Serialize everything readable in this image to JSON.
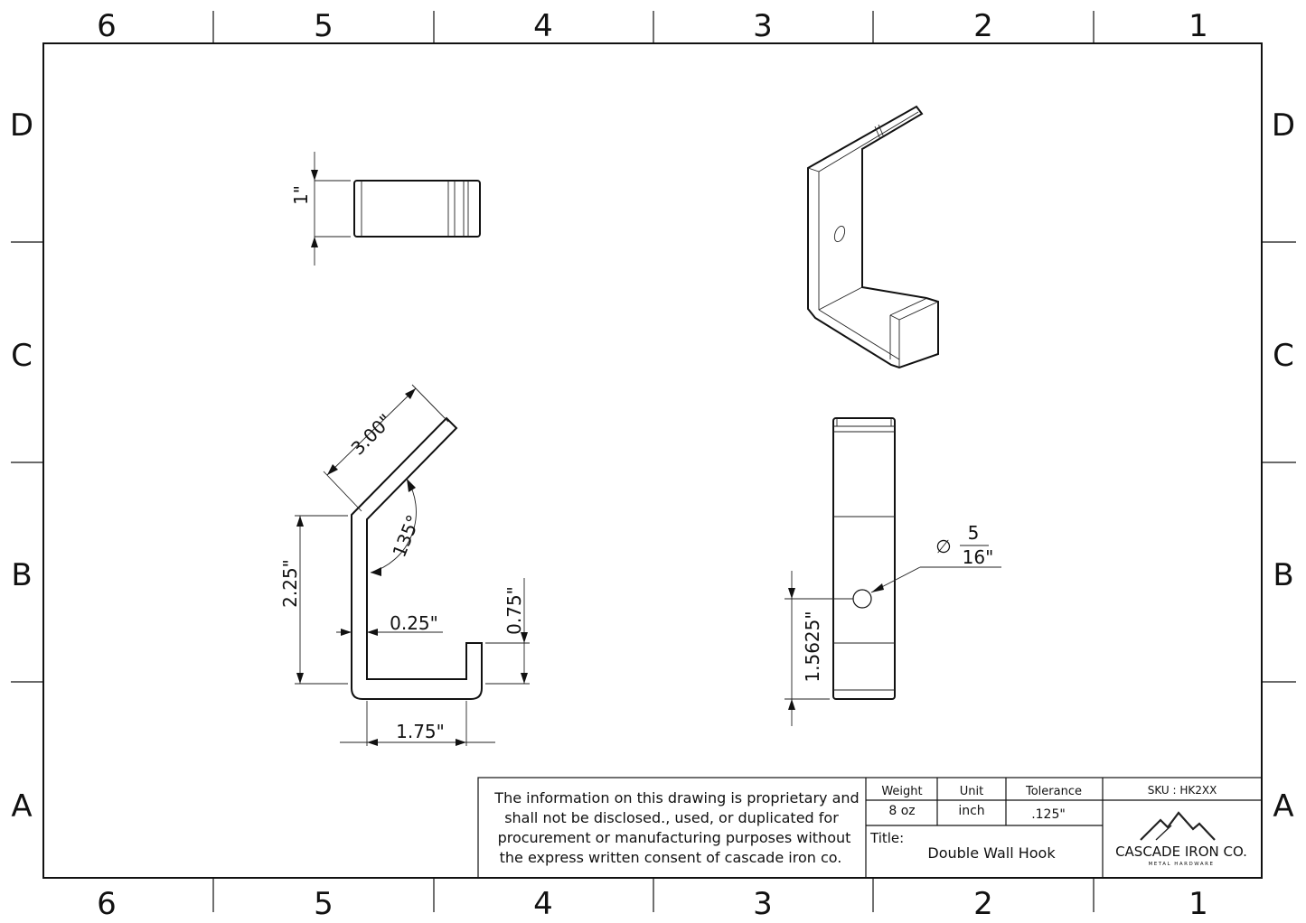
{
  "zones": {
    "columns": [
      "6",
      "5",
      "4",
      "3",
      "2",
      "1"
    ],
    "rows": [
      "D",
      "C",
      "B",
      "A"
    ]
  },
  "dimensions": {
    "top_width": "1\"",
    "upper_arm_length": "3.00\"",
    "bend_angle": "135°",
    "back_height": "2.25\"",
    "thickness": "0.25\"",
    "lip_height": "0.75\"",
    "base_length": "1.75\"",
    "hole_position": "1.5625\"",
    "hole_symbol": "∅",
    "hole_diameter_numerator": "5",
    "hole_diameter_denominator": "16\""
  },
  "title_block": {
    "notice_lines": [
      "The information on this drawing is proprietary and",
      "shall not be disclosed., used, or duplicated for",
      "procurement or manufacturing purposes without",
      "the express written consent of cascade iron co."
    ],
    "weight_label": "Weight",
    "weight_value": "8 oz",
    "unit_label": "Unit",
    "unit_value": "inch",
    "tolerance_label": "Tolerance",
    "tolerance_value": ".125\"",
    "title_label": "Title:",
    "title_value": "Double Wall Hook",
    "sku": "SKU : HK2XX",
    "company_name": "CASCADE IRON CO.",
    "company_tagline": "METAL HARDWARE"
  }
}
